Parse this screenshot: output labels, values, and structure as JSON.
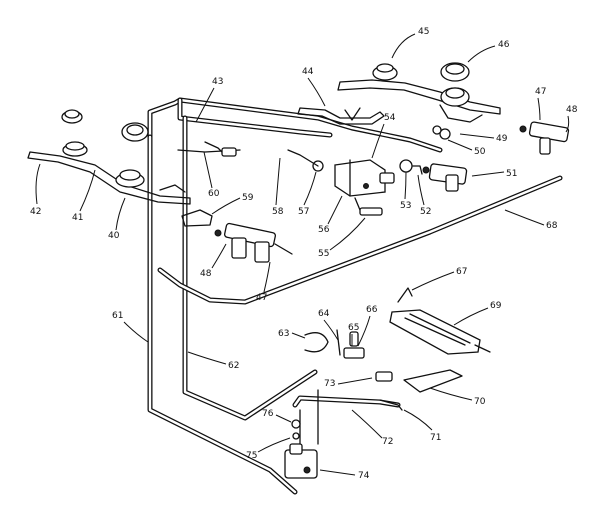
{
  "callouts": {
    "c40": "40",
    "c41": "41",
    "c42": "42",
    "c43": "43",
    "c44": "44",
    "c45": "45",
    "c46": "46",
    "c47a": "47",
    "c47b": "47",
    "c48a": "48",
    "c48b": "48",
    "c49": "49",
    "c50": "50",
    "c51": "51",
    "c52": "52",
    "c53": "53",
    "c54": "54",
    "c55": "55",
    "c56": "56",
    "c57": "57",
    "c58": "58",
    "c59": "59",
    "c60": "60",
    "c61": "61",
    "c62": "62",
    "c63": "63",
    "c64": "64",
    "c65": "65",
    "c66": "66",
    "c67": "67",
    "c68": "68",
    "c69": "69",
    "c70": "70",
    "c71": "71",
    "c72": "72",
    "c73": "73",
    "c74": "74",
    "c75": "75",
    "c76": "76"
  }
}
